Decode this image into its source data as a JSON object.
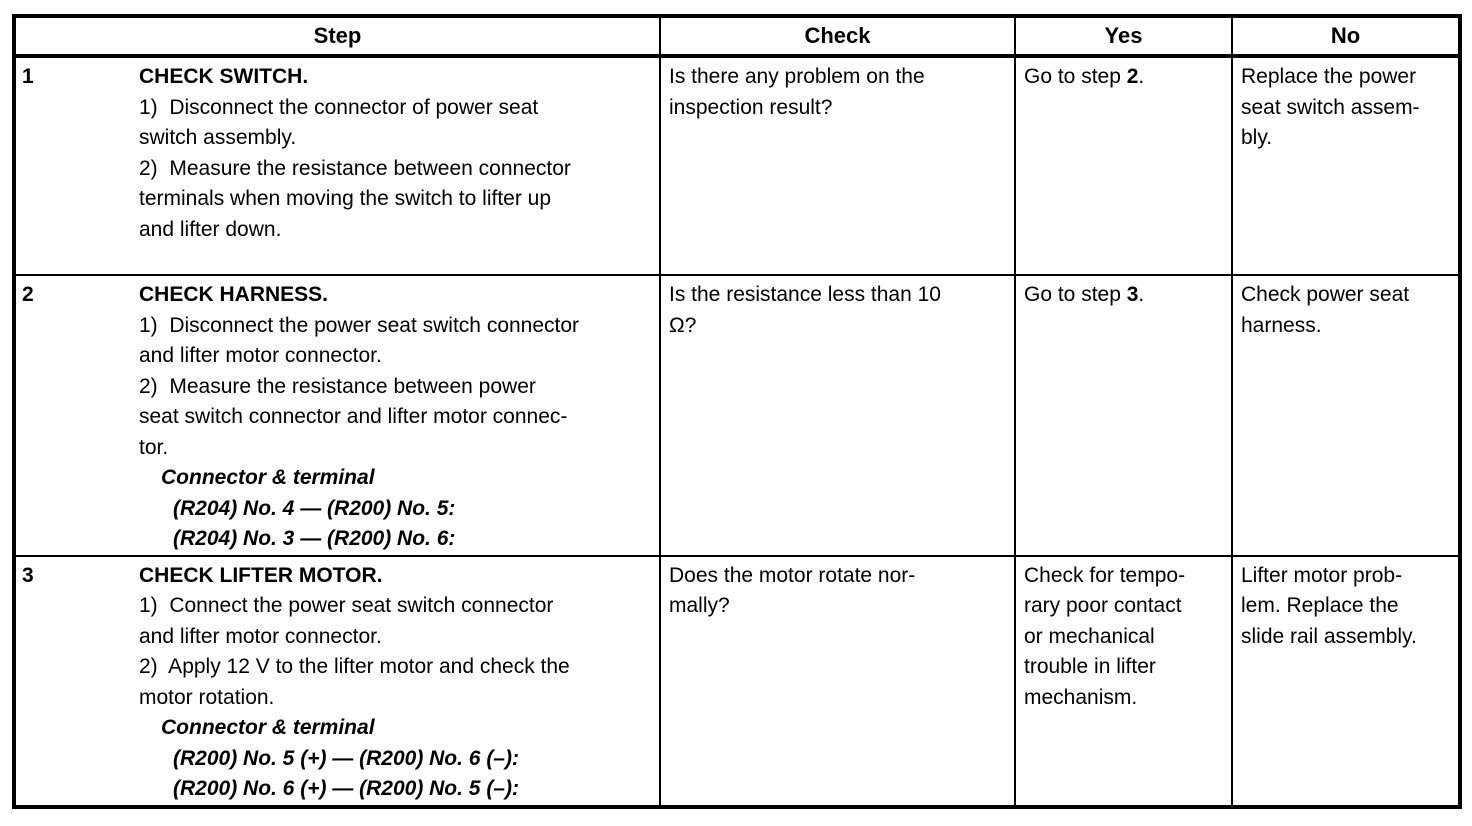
{
  "table": {
    "headers": [
      "Step",
      "Check",
      "Yes",
      "No"
    ],
    "rows": [
      {
        "num": "1",
        "step_lines": [
          {
            "style": "title",
            "text": "CHECK SWITCH."
          },
          {
            "style": "body",
            "text": "1)  Disconnect the connector of power seat"
          },
          {
            "style": "body",
            "text": "switch assembly."
          },
          {
            "style": "body",
            "text": "2)  Measure the resistance between connector"
          },
          {
            "style": "body",
            "text": "terminals when moving the switch to lifter up"
          },
          {
            "style": "body",
            "text": "and lifter down."
          }
        ],
        "check_lines": [
          "Is there any problem on the",
          "inspection result?"
        ],
        "yes_lines": [
          [
            {
              "text": "Go to step "
            },
            {
              "text": "2",
              "bold": true
            },
            {
              "text": "."
            }
          ]
        ],
        "no_lines": [
          "Replace the power",
          "seat switch assem-",
          "bly."
        ]
      },
      {
        "num": "2",
        "step_lines": [
          {
            "style": "title",
            "text": "CHECK HARNESS."
          },
          {
            "style": "body",
            "text": "1)  Disconnect the power seat switch connector"
          },
          {
            "style": "body",
            "text": "and lifter motor connector."
          },
          {
            "style": "body",
            "text": "2)  Measure the resistance between power"
          },
          {
            "style": "body",
            "text": "seat switch connector and lifter motor connec-"
          },
          {
            "style": "body",
            "text": "tor."
          },
          {
            "style": "clabel",
            "text": "Connector & terminal"
          },
          {
            "style": "citem",
            "text": "(R204) No. 4 — (R200) No. 5:"
          },
          {
            "style": "citem",
            "text": "(R204) No. 3 — (R200) No. 6:"
          }
        ],
        "check_lines": [
          "Is the resistance less than 10",
          "Ω?"
        ],
        "yes_lines": [
          [
            {
              "text": "Go to step "
            },
            {
              "text": "3",
              "bold": true
            },
            {
              "text": "."
            }
          ]
        ],
        "no_lines": [
          "Check power seat",
          "harness."
        ]
      },
      {
        "num": "3",
        "step_lines": [
          {
            "style": "title",
            "text": "CHECK LIFTER MOTOR."
          },
          {
            "style": "body",
            "text": "1)  Connect the power seat switch connector"
          },
          {
            "style": "body",
            "text": "and lifter motor connector."
          },
          {
            "style": "body",
            "text": "2)  Apply 12 V to the lifter motor and check the"
          },
          {
            "style": "body",
            "text": "motor rotation."
          },
          {
            "style": "clabel",
            "text": "Connector & terminal"
          },
          {
            "style": "citem",
            "text": "(R200) No. 5 (+) — (R200) No. 6 (–):"
          },
          {
            "style": "citem",
            "text": "(R200) No. 6 (+) — (R200) No. 5 (–):"
          }
        ],
        "check_lines": [
          "Does the motor rotate nor-",
          "mally?"
        ],
        "yes_lines": [
          "Check for tempo-",
          "rary poor contact",
          "or mechanical",
          "trouble in lifter",
          "mechanism."
        ],
        "no_lines": [
          "Lifter motor prob-",
          "lem. Replace the",
          "slide rail assembly."
        ]
      }
    ]
  },
  "colors": {
    "text": "#000000",
    "background": "#ffffff",
    "border": "#000000"
  }
}
